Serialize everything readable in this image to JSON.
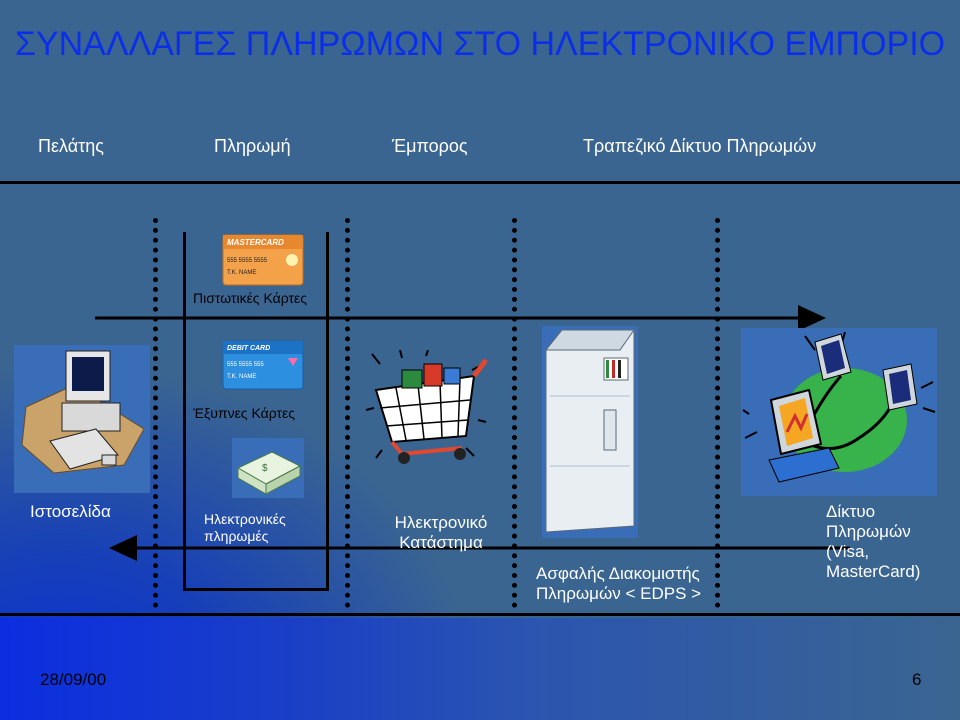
{
  "title": "ΣΥΝΑΛΛΑΓΕΣ ΠΛΗΡΩΜΩΝ ΣΤΟ ΗΛΕΚΤΡΟΝΙΚΟ ΕΜΠΟΡΙΟ",
  "columns": {
    "customer": "Πελάτης",
    "payment": "Πληρωμή",
    "merchant": "Έμπορος",
    "network": "Τραπεζικό Δίκτυο Πληρωμών"
  },
  "cards": {
    "credit_label": "Πιστωτικές Κάρτες",
    "credit_card_brand": "MASTERCARD",
    "credit_card_number": "555 5555 5555",
    "credit_card_name": "T.K. NAME",
    "smart_label": "Έξυπνες Κάρτες",
    "debit_card_brand": "DEBIT CARD",
    "debit_card_number": "555 5555 555",
    "debit_card_name": "T.K. NAME"
  },
  "labels": {
    "website": "Ιστοσελίδα",
    "e_payments": "Ηλεκτρονικές πληρωμές",
    "e_store": "Ηλεκτρονικό Κατάστημα",
    "secure_server": "Ασφαλής Διακομιστής Πληρωμών < EDPS >",
    "payment_network": "Δίκτυο Πληρωμών (Visa, MasterCard)"
  },
  "footer": {
    "date": "28/09/00",
    "page": "6"
  },
  "colors": {
    "title": "#0b2fe8",
    "background": "#3a6591",
    "accent_blue": "#0b2ee0"
  }
}
